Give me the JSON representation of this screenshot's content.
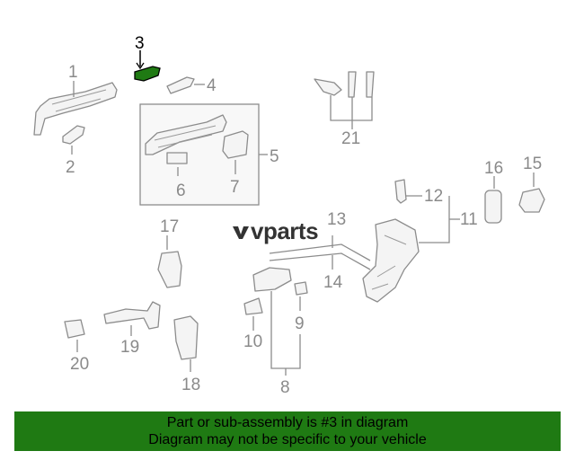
{
  "diagram": {
    "callouts": [
      "1",
      "2",
      "3",
      "4",
      "5",
      "6",
      "7",
      "8",
      "9",
      "10",
      "11",
      "12",
      "13",
      "14",
      "15",
      "16",
      "17",
      "18",
      "19",
      "20",
      "21"
    ],
    "highlighted_callout": "3",
    "highlight_color": "#1f7a13"
  },
  "watermark": {
    "brand": "vparts"
  },
  "banner": {
    "line1": "Part or sub-assembly is #3 in diagram",
    "line2": "Diagram may not be specific to your vehicle",
    "background": "#1f7a13"
  }
}
